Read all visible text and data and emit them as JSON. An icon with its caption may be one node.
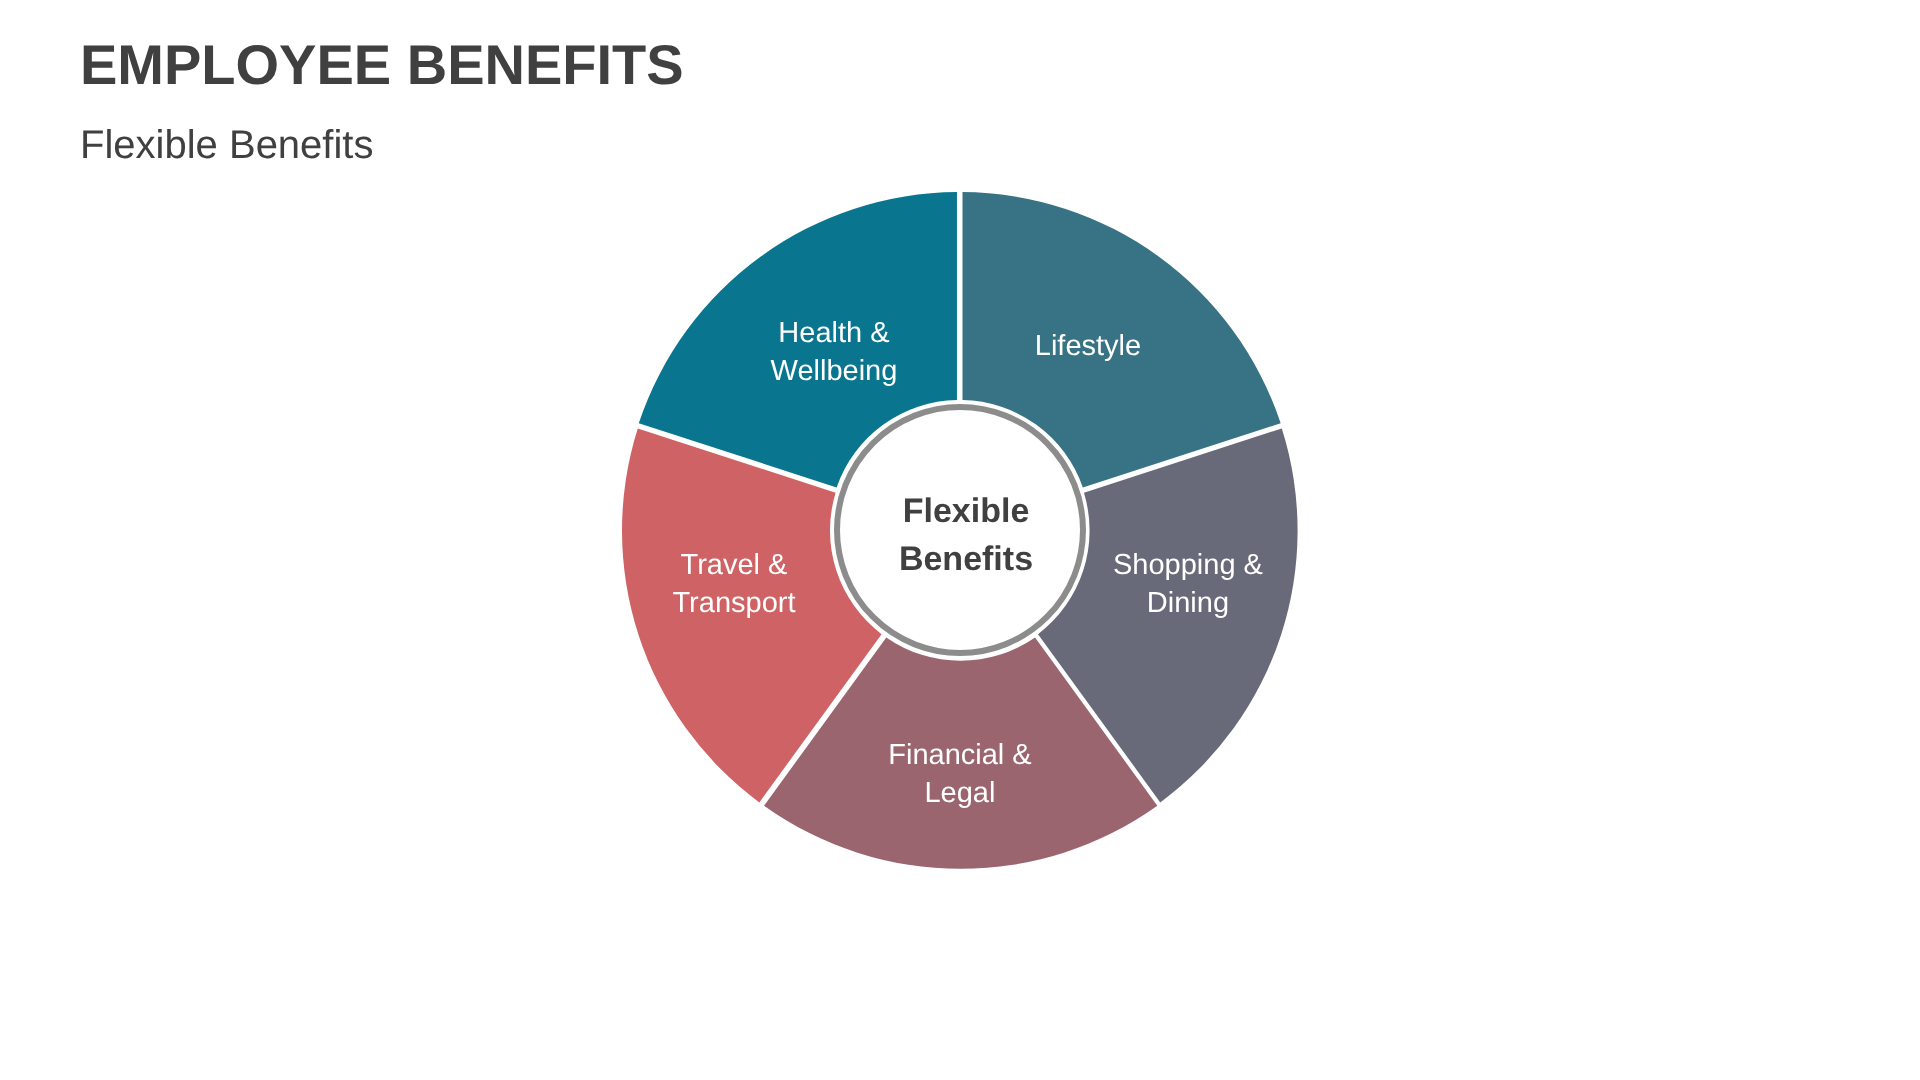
{
  "diagram": {
    "title": "EMPLOYEE BENEFITS",
    "nodes": [
      {
        "text": [
          "Health & Wellbeing"
        ]
      },
      {
        "text": [
          "Lifestyle"
        ]
      },
      {
        "text": [
          "Flexible Benefits"
        ]
      },
      {
        "text": [
          "Travel & Transport"
        ]
      },
      {
        "text": [
          "Shopping & Dining"
        ]
      },
      {
        "text": [
          "Financial & Legal"
        ]
      }
    ],
    "labels": [
      "Flexible Benefits"
    ]
  }
}
